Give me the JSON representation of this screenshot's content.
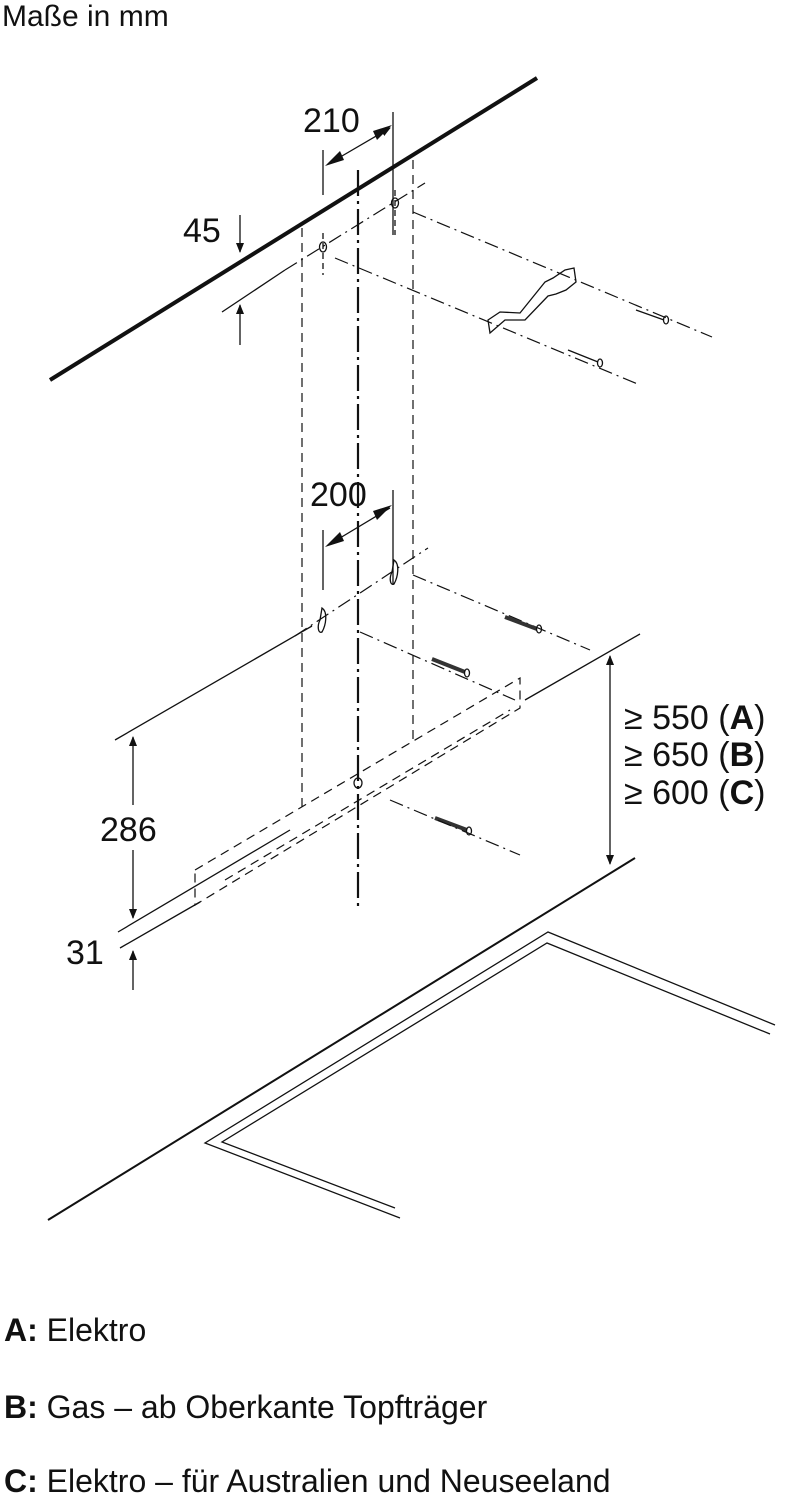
{
  "title": "Maße in mm",
  "dimensions": {
    "top_hole_spacing": "210",
    "ceiling_offset": "45",
    "bracket_hole_spacing": "200",
    "hood_height": "286",
    "hood_bottom": "31",
    "min_distance_a": "≥ 550 (",
    "min_distance_a_key": "A",
    "min_distance_b": "≥ 650 (",
    "min_distance_b_key": "B",
    "min_distance_c": "≥ 600 (",
    "min_distance_c_key": "C",
    "close_paren": ")"
  },
  "legend": [
    {
      "key": "A:",
      "text": "Elektro"
    },
    {
      "key": "B:",
      "text": "Gas – ab Oberkante Topfträger"
    },
    {
      "key": "C:",
      "text": "Elektro – für Australien und Neuseeland"
    }
  ]
}
